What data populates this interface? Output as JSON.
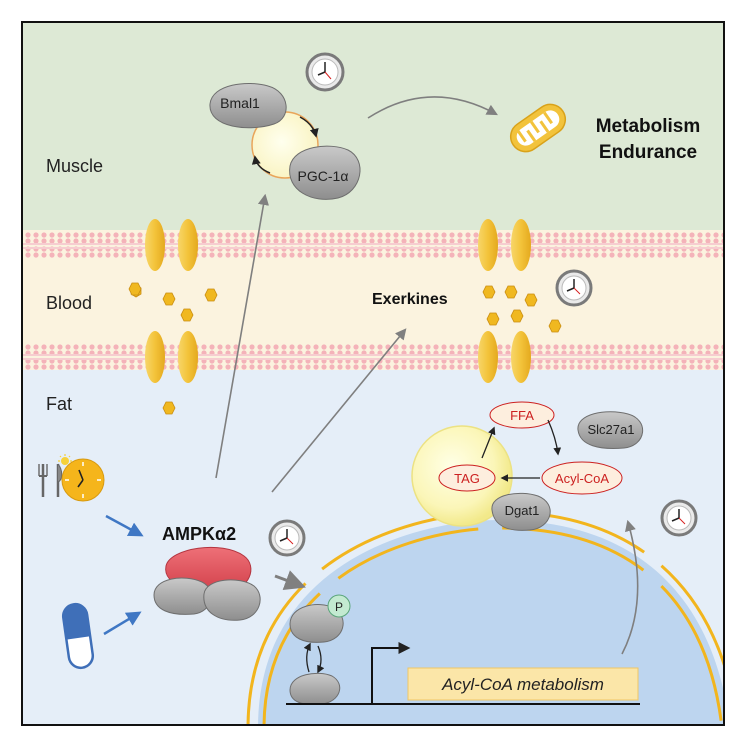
{
  "regions": {
    "muscle": "Muscle",
    "blood": "Blood",
    "fat": "Fat"
  },
  "proteins": {
    "bmal1": "Bmal1",
    "pgc1a": "PGC-1α",
    "ampk": "AMPKα2",
    "slc27a1": "Slc27a1",
    "dgat1": "Dgat1",
    "phospho": "P"
  },
  "metabolites": {
    "ffa": "FFA",
    "tag": "TAG",
    "acyl_coa": "Acyl-CoA"
  },
  "outcome": {
    "line1": "Metabolism",
    "line2": "Endurance"
  },
  "exerkines": "Exerkines",
  "gene_box": "Acyl-CoA metabolism",
  "icons": [
    "clock-icon",
    "mitochondrion-icon",
    "feeding-clock-icon",
    "drug-capsule-icon"
  ],
  "colors": {
    "muscle_bg": "#dde9d5",
    "blood_bg": "#fbf3df",
    "fat_bg": "#e5eef8",
    "membrane": "#f6c2c6",
    "channel": "#f3c33a",
    "exerkine": "#f0b820",
    "protein": "#a8a8a8",
    "ampk_cap": "#e0555f",
    "metabolite_text": "#cc2020",
    "arrow_blue": "#3f77c4",
    "nucleus": "#bdd5ef"
  }
}
